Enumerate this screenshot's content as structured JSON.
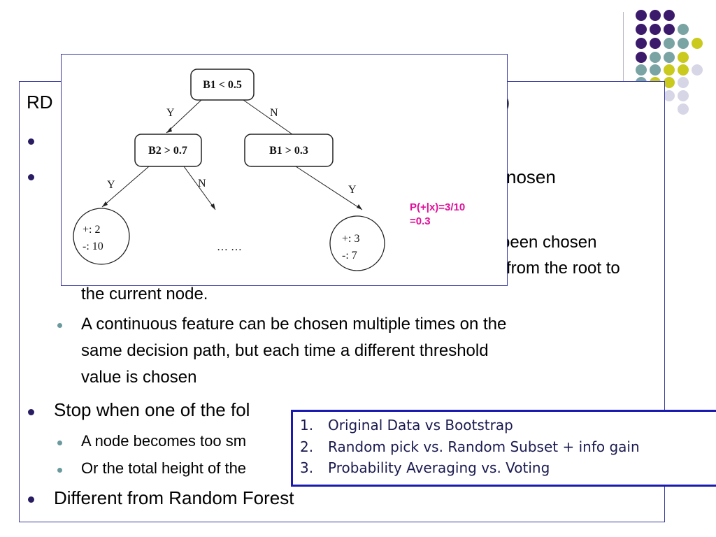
{
  "decoration": {
    "dots": [
      {
        "color": "#3b1a6b"
      },
      {
        "color": "#3b1a6b"
      },
      {
        "color": "#3b1a6b"
      },
      {
        "color": "#3b1a6b"
      },
      {
        "color": "#3b1a6b"
      },
      {
        "color": "#3b1a6b"
      },
      {
        "color": "#7aa3a3"
      },
      {
        "color": "#3b1a6b"
      },
      {
        "color": "#3b1a6b"
      },
      {
        "color": "#7aa3a3"
      },
      {
        "color": "#7aa3a3"
      },
      {
        "color": "#c9c91e"
      },
      {
        "color": "#3b1a6b"
      },
      {
        "color": "#7aa3a3"
      },
      {
        "color": "#7aa3a3"
      },
      {
        "color": "#c9c91e"
      },
      {
        "color": "#7aa3a3"
      },
      {
        "color": "#7aa3a3"
      },
      {
        "color": "#c9c91e"
      },
      {
        "color": "#c9c91e"
      },
      {
        "color": "#d6d6e6"
      },
      {
        "color": "#7aa3a3"
      },
      {
        "color": "#c9c91e"
      },
      {
        "color": "#c9c91e"
      },
      {
        "color": "#d6d6e6"
      },
      {
        "color": "#c9c91e"
      },
      {
        "color": "#d6d6e6"
      },
      {
        "color": "#d6d6e6"
      },
      {
        "color": "#d6d6e6"
      }
    ]
  },
  "slide": {
    "title_fragment": "de",
    "line1_left": "RD",
    "line1_right": "3)",
    "line2_right": "nosen",
    "line3_right": "been chosen",
    "line4_right": "from the root to",
    "line5": "the current node.",
    "sub_bullet_1": [
      "A continuous feature can be chosen multiple times on the",
      "same decision path, but each time a different threshold",
      "value is chosen"
    ],
    "bullet_stop": "Stop when one of the fol",
    "sub_bullet_2": "A node becomes too sm",
    "sub_bullet_3": "Or the total height of the",
    "bullet_last": "Different from Random Forest"
  },
  "tree": {
    "root": "B1 < 0.5",
    "left_node": "B2 >  0.7",
    "right_node": "B1 > 0.3",
    "edge_y1": "Y",
    "edge_n1": "N",
    "edge_y2": "Y",
    "edge_n2": "N",
    "edge_y3": "Y",
    "leaf1_pos": "+: 2",
    "leaf1_neg": "-:  10",
    "ellipsis": "… …",
    "leaf2_pos": "+: 3",
    "leaf2_neg": "-:  7",
    "prob_line1": "P(+|x)=3/10",
    "prob_line2": "=0.3",
    "prob_color": "#e0109a"
  },
  "numbered_list": [
    {
      "num": "1.",
      "text": "Original Data vs Bootstrap"
    },
    {
      "num": "2.",
      "text": "Random pick vs. Random Subset + info gain"
    },
    {
      "num": "3.",
      "text": "Probability Averaging vs. Voting"
    }
  ]
}
